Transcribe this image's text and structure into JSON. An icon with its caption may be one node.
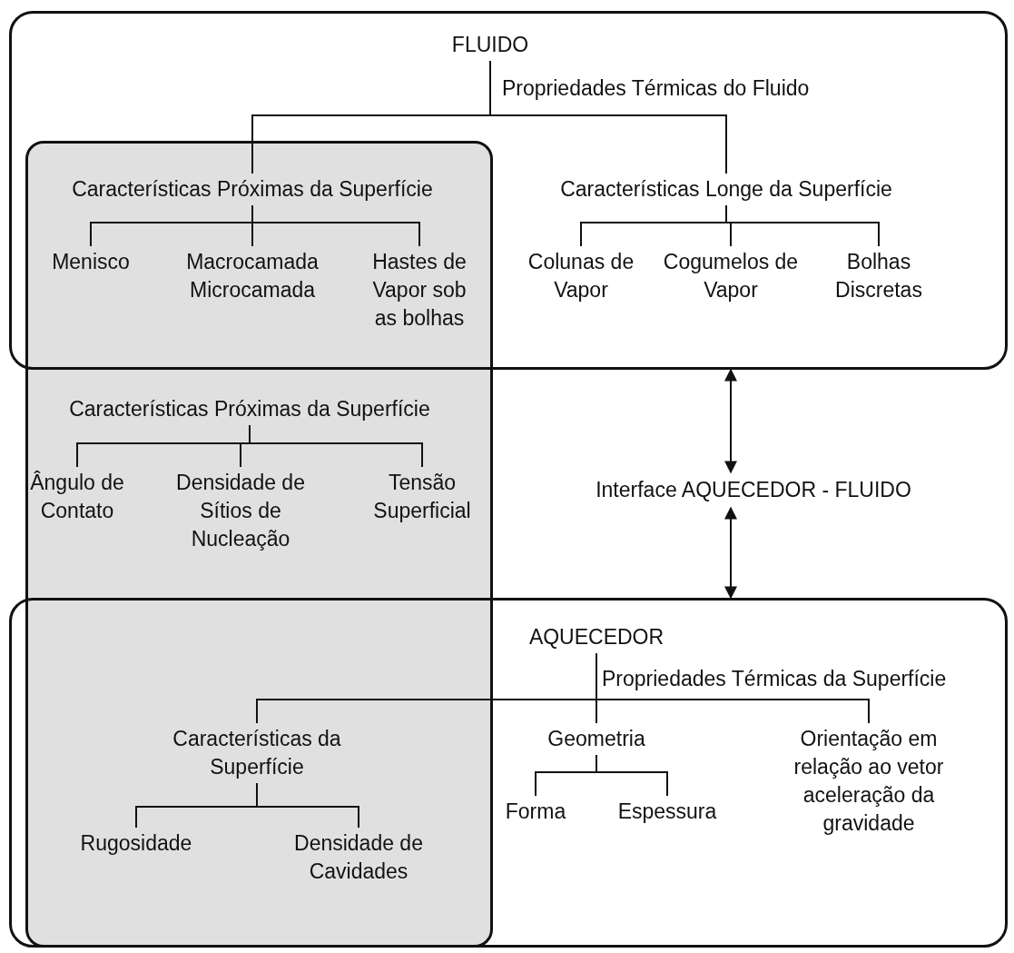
{
  "diagram": {
    "nodes": [
      {
        "text": [],
        "shape": "box"
      },
      {
        "text": [
          "FLUIDO"
        ],
        "in": 0
      },
      {
        "text": [],
        "shape": "box"
      },
      {
        "text": [
          "Características Próximas da Superfície"
        ]
      },
      {
        "text": [
          "Menisco"
        ]
      },
      {
        "text": [
          "Macrocamada Microcamada"
        ]
      },
      {
        "text": [
          "Hastes de Vapor sob as bolhas"
        ]
      },
      {
        "text": [
          "Características Longe da Superfície"
        ],
        "in": 0
      },
      {
        "text": [
          "Colunas de Vapor"
        ],
        "in": 0
      },
      {
        "text": [
          "Cogumelos de Vapor"
        ],
        "in": 0
      },
      {
        "text": [
          "Bolhas Discretas"
        ],
        "in": 0
      },
      {
        "text": [
          "Características Próximas da Superfície"
        ],
        "in": 2
      },
      {
        "text": [
          "Ângulo de Contato"
        ],
        "in": 2
      },
      {
        "text": [
          "Densidade de Sítios de Nucleação"
        ],
        "in": 2
      },
      {
        "text": [
          "Tensão Superficial"
        ],
        "in": 2
      },
      {
        "text": [
          "Interface AQUECEDOR - FLUIDO"
        ]
      },
      {
        "text": [],
        "shape": "box"
      },
      {
        "text": [
          "AQUECEDOR"
        ],
        "in": 16
      },
      {
        "text": [
          "Características da Superfície"
        ]
      },
      {
        "text": [
          "Rugosidade"
        ]
      },
      {
        "text": [
          "Densidade de Cavidades"
        ]
      },
      {
        "text": [
          "Geometria"
        ],
        "in": 16
      },
      {
        "text": [
          "Forma"
        ],
        "in": 16
      },
      {
        "text": [
          "Espessura"
        ],
        "in": 16
      },
      {
        "text": [
          "Orientação em relação ao vetor aceleração da gravidade"
        ],
        "in": 16
      }
    ],
    "edges": [
      {
        "from": 1,
        "to": 3,
        "arrow": "none"
      },
      {
        "from": 1,
        "to": 7,
        "arrow": "none"
      },
      {
        "from": 3,
        "to": 4,
        "arrow": "none"
      },
      {
        "from": 3,
        "to": 5,
        "arrow": "none"
      },
      {
        "from": 3,
        "to": 6,
        "arrow": "none"
      },
      {
        "from": 7,
        "to": 8,
        "arrow": "none"
      },
      {
        "from": 7,
        "to": 9,
        "arrow": "none"
      },
      {
        "from": 7,
        "to": 10,
        "arrow": "none"
      },
      {
        "from": 11,
        "to": 12,
        "arrow": "none"
      },
      {
        "from": 11,
        "to": 13,
        "arrow": "none"
      },
      {
        "from": 11,
        "to": 14,
        "arrow": "none"
      },
      {
        "from": 15,
        "to": 0,
        "arrow": "both"
      },
      {
        "from": 15,
        "to": 16,
        "arrow": "both"
      },
      {
        "from": 17,
        "to": 18,
        "arrow": "none"
      },
      {
        "from": 17,
        "to": 21,
        "arrow": "none"
      },
      {
        "from": 17,
        "to": 24,
        "arrow": "none"
      },
      {
        "from": 18,
        "to": 19,
        "arrow": "none"
      },
      {
        "from": 18,
        "to": 20,
        "arrow": "none"
      },
      {
        "from": 21,
        "to": 22,
        "arrow": "none"
      },
      {
        "from": 21,
        "to": 23,
        "arrow": "none"
      }
    ],
    "labels": [
      "Propriedades Térmicas do Fluido",
      "Propriedades Térmicas da Superfície"
    ]
  }
}
